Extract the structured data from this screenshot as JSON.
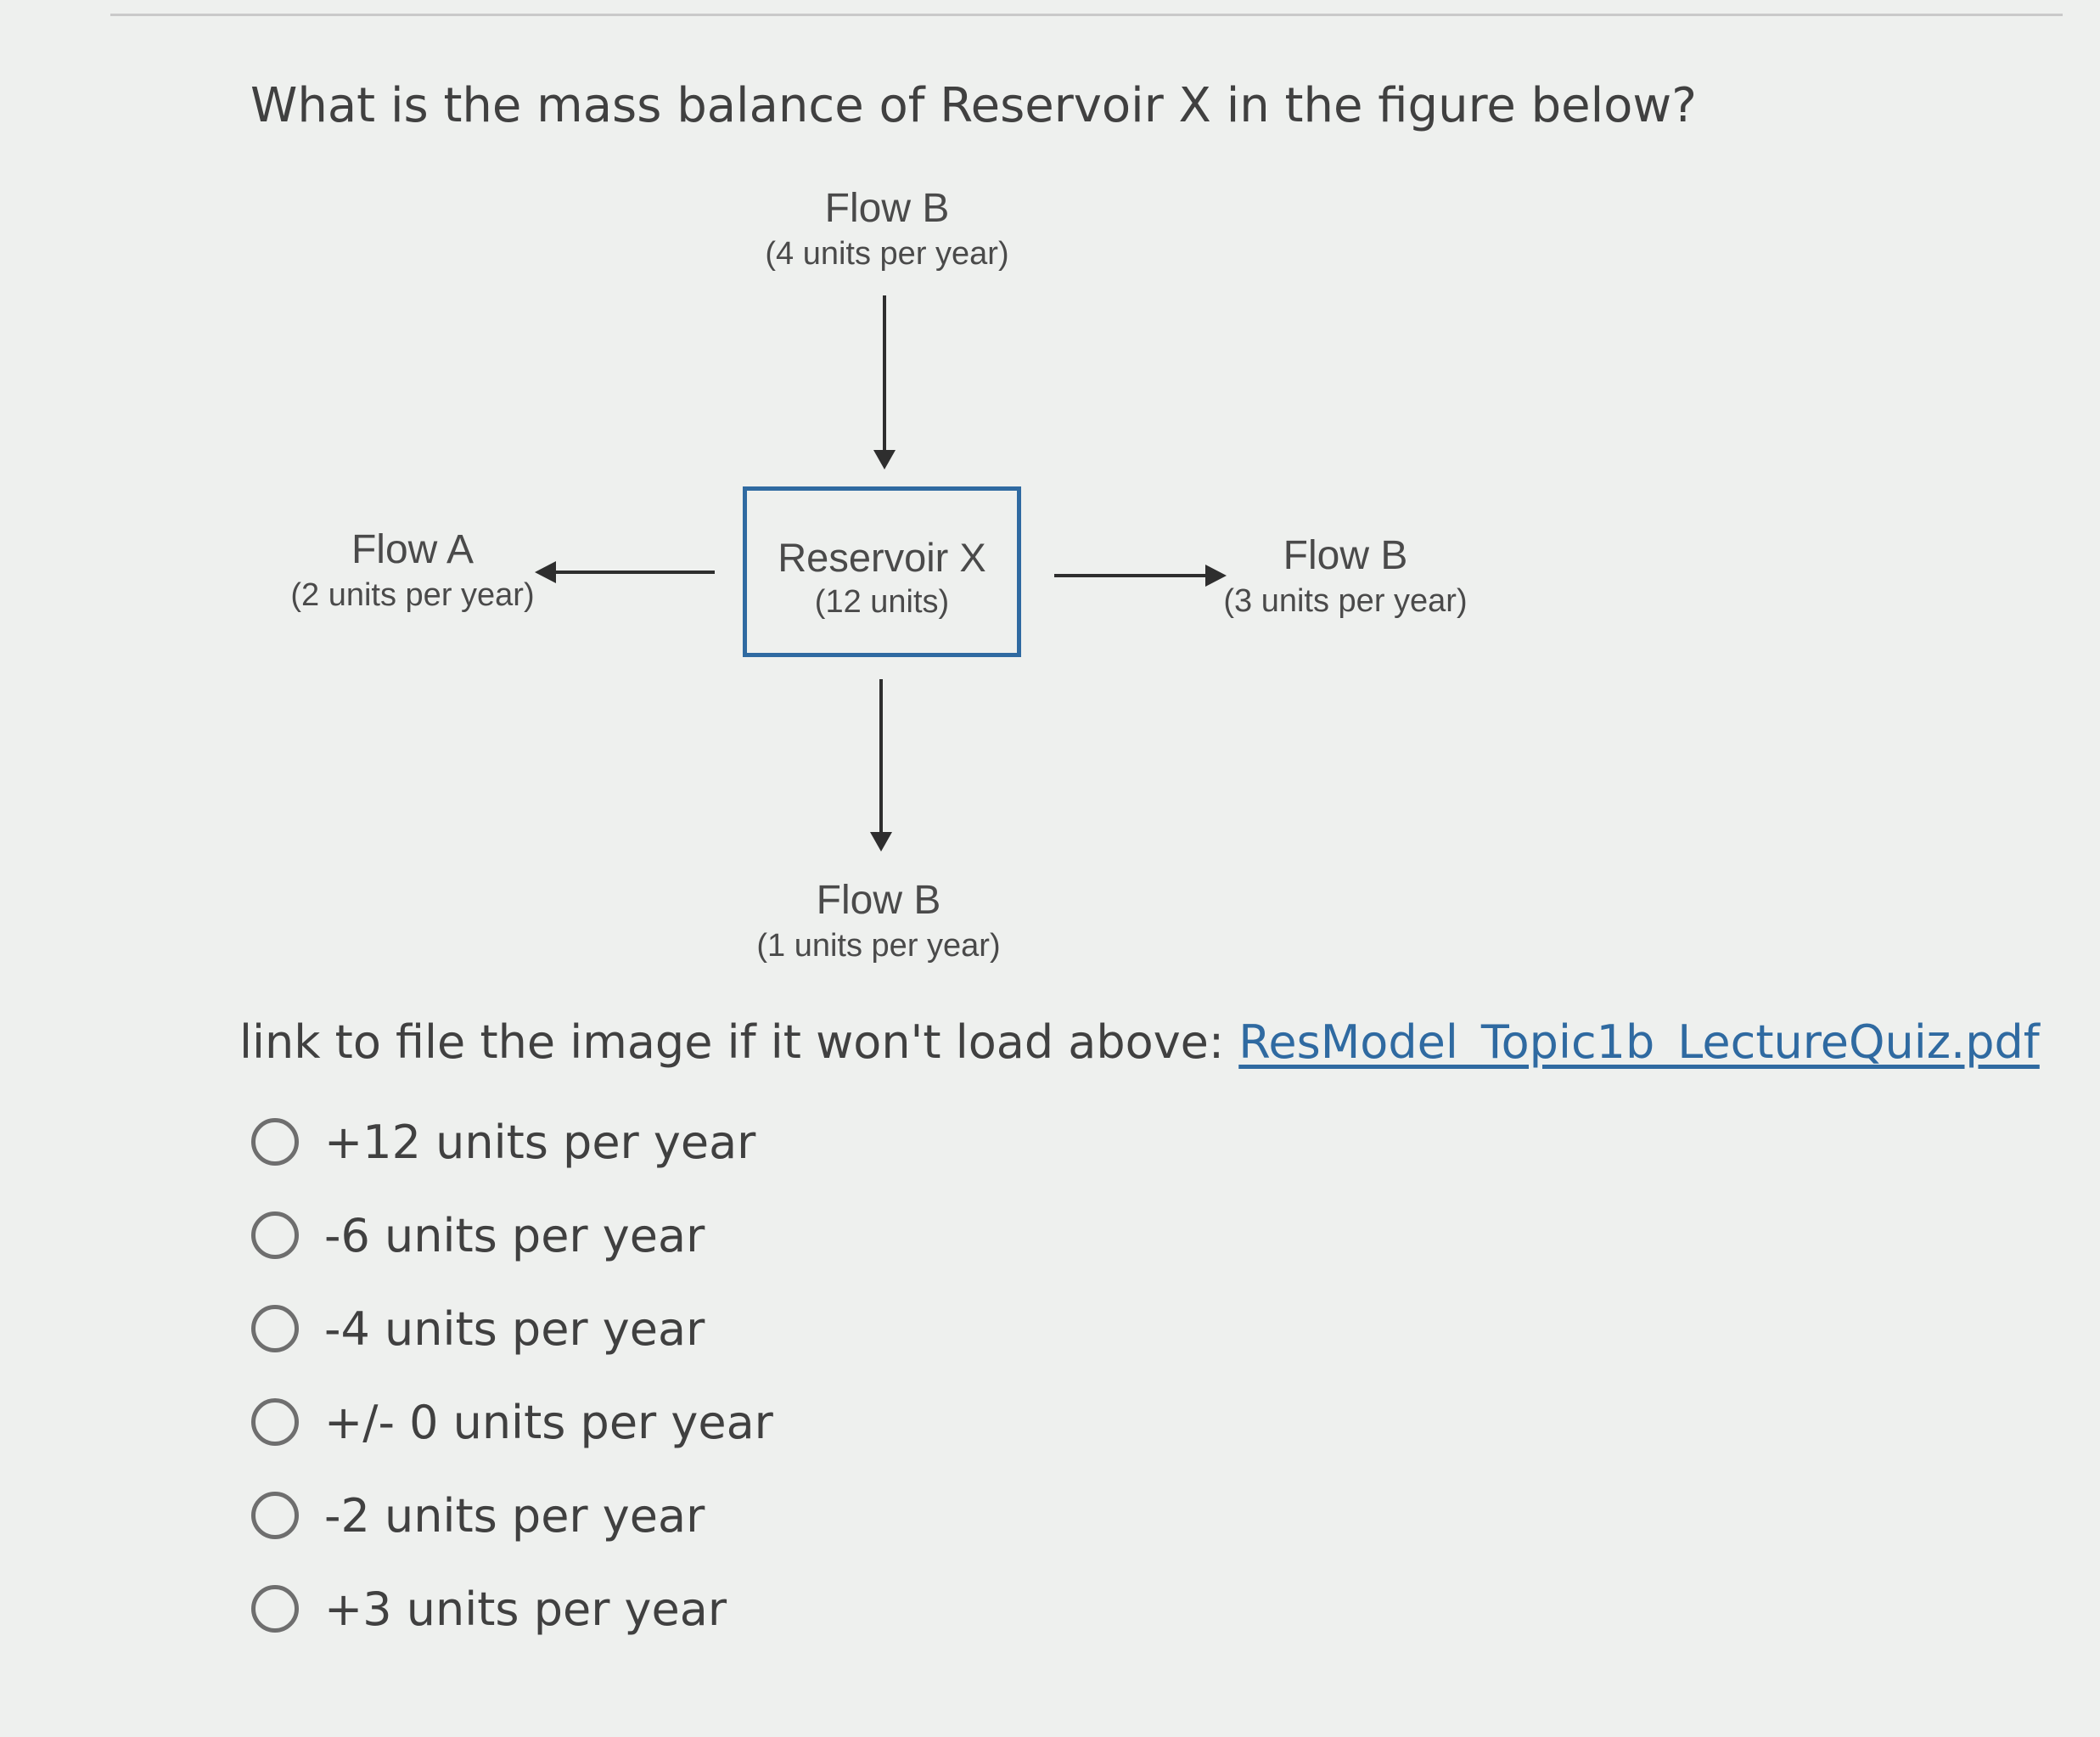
{
  "question": {
    "text": "What is the mass balance of Reservoir X in the figure below?"
  },
  "figure": {
    "reservoir": {
      "name": "Reservoir X",
      "amount": "(12 units)"
    },
    "flows": [
      {
        "id": "top",
        "name": "Flow B",
        "rate": "(4 units per year)",
        "direction": "in"
      },
      {
        "id": "left",
        "name": "Flow A",
        "rate": "(2 units per year)",
        "direction": "out"
      },
      {
        "id": "right",
        "name": "Flow B",
        "rate": "(3 units per year)",
        "direction": "out"
      },
      {
        "id": "bottom",
        "name": "Flow B",
        "rate": "(1 units per year)",
        "direction": "out"
      }
    ]
  },
  "link": {
    "prefix": "link to file the image if it won't load above: ",
    "text": "ResModel_Topic1b_LectureQuiz.pdf"
  },
  "options": [
    {
      "label": "+12 units per year",
      "selected": false
    },
    {
      "label": "-6 units per year",
      "selected": false
    },
    {
      "label": "-4 units per year",
      "selected": false
    },
    {
      "label": "+/- 0 units per year",
      "selected": false
    },
    {
      "label": "-2 units per year",
      "selected": false
    },
    {
      "label": "+3 units per year",
      "selected": false
    }
  ],
  "colors": {
    "accent": "#2f6aa1",
    "text": "#404040",
    "arrow": "#2e2e2e"
  }
}
